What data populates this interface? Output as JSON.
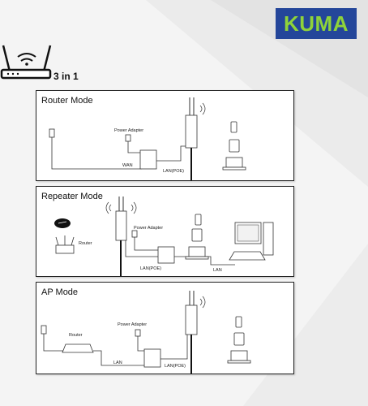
{
  "brand": {
    "logo": "KUMA",
    "logo_color": "#8fd33a",
    "logo_bg": "#24469a"
  },
  "header": {
    "badge": "3 in 1",
    "icon": "router-icon"
  },
  "panels": {
    "router_mode": {
      "title": "Router Mode",
      "power_adapter": "Power Adapter",
      "wan": "WAN",
      "lan_poe": "LAN(POE)"
    },
    "repeater_mode": {
      "title": "Repeater  Mode",
      "power_adapter": "Power Adapter",
      "router": "Router",
      "lan_poe": "LAN(POE)",
      "lan": "LAN"
    },
    "ap_mode": {
      "title": "AP Mode",
      "router": "Router",
      "power_adapter": "Power Adapter",
      "lan": "LAN",
      "lan_poe": "LAN(POE)"
    }
  }
}
